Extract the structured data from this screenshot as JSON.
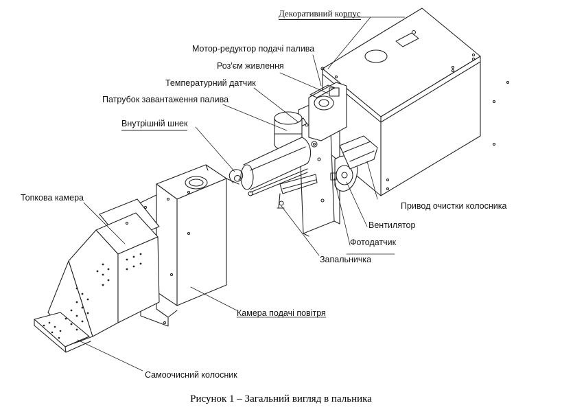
{
  "labels": {
    "decorative_case": "Декоративний корпус",
    "feed_motor": "Мотор-редуктор подачі палива",
    "power_connector": "Роз'єм живлення",
    "temp_sensor": "Температурний датчик",
    "fuel_inlet": "Патрубок завантаження палива",
    "inner_auger": "Внутрішній шнек",
    "firebox": "Топкова камера",
    "grate_drive": "Привод очистки колосника",
    "fan": "Вентилятор",
    "photo_sensor": "Фотодатчик",
    "igniter": "Запальничка",
    "air_chamber": "Камера подачі повітря",
    "self_cleaning_grate": "Самоочисний колосник"
  },
  "caption": "Рисунок 1 – Загальний вигляд в  пальника",
  "colors": {
    "line": "#222222",
    "background": "#ffffff"
  }
}
